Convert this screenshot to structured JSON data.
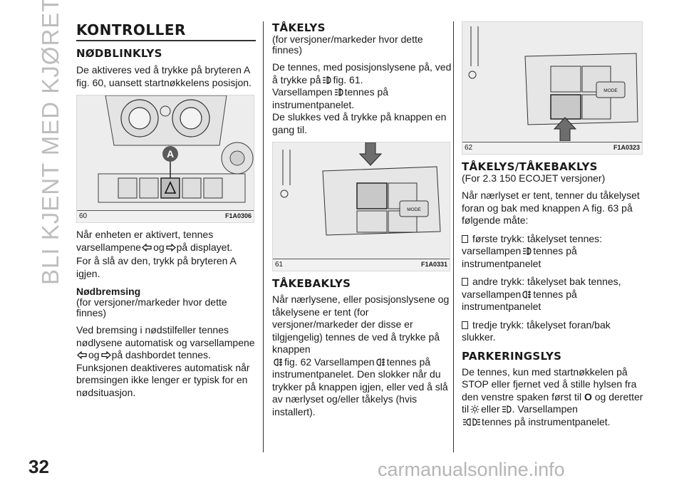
{
  "side_title": "BLI KJENT MED KJØRETØYET",
  "page_number": "32",
  "watermark": "carmanualsonline.info",
  "col1": {
    "title": "KONTROLLER",
    "hazard_heading": "NØDBLINKLYS",
    "hazard_p1": "De aktiveres ved å trykke på bryteren A fig. 60, uansett startnøkkelens posisjon.",
    "fig60": {
      "num": "60",
      "code": "F1A0306",
      "callout": "A"
    },
    "p_active_a": "Når enheten er aktivert, tennes varsellampene",
    "p_active_og": "og",
    "p_active_b": "på displayet.",
    "p_off": "For å slå av den, trykk på bryteren A igjen.",
    "emergency_heading": "Nødbremsing",
    "emergency_note": "(for versjoner/markeder hvor dette finnes)",
    "emergency_a": "Ved bremsing i nødstilfeller tennes nødlysene automatisk og varsellampene",
    "emergency_og": "og",
    "emergency_b": "på dashbordet tennes. Funksjonen deaktiveres automatisk når bremsingen ikke lenger er typisk for en nødsituasjon."
  },
  "col2": {
    "fog_heading": "TÅKELYS",
    "fog_note": "(for versjoner/markeder hvor dette finnes)",
    "fog_a": "De tennes, med posisjonslysene på, ved å trykke på",
    "fog_b": "fig. 61.",
    "fog_c": "Varsellampen",
    "fog_d": "tennes på instrumentpanelet.",
    "fog_off": "De slukkes ved å trykke på knappen en gang til.",
    "fig61": {
      "num": "61",
      "code": "F1A0331",
      "mode": "MODE"
    },
    "rear_heading": "TÅKEBAKLYS",
    "rear_a": "Når nærlysene, eller posisjonslysene og tåkelysene er tent (for versjoner/markeder der disse er tilgjengelig) tennes de ved å trykke på knappen",
    "rear_b": "fig. 62 Varsellampen",
    "rear_c": "tennes på instrumentpanelet. Den slokker når du trykker på knappen igjen, eller ved å slå av nærlyset og/eller tåkelys (hvis installert)."
  },
  "col3": {
    "fig62": {
      "num": "62",
      "code": "F1A0323",
      "mode": "MODE"
    },
    "both_heading": "TÅKELYS/TÅKEBAKLYS",
    "both_note": "(For 2.3 150 ECOJET versjoner)",
    "both_p": "Når nærlyset er tent, tenner du tåkelyset foran og bak med knappen A fig. 63 på følgende måte:",
    "b1_a": "første trykk: tåkelyset tennes: varsellampen",
    "b1_b": "tennes på instrumentpanelet",
    "b2_a": "andre trykk: tåkelyset bak tennes, varsellampen",
    "b2_b": "tennes på instrumentpanelet",
    "b3": "tredje trykk: tåkelyset foran/bak slukker.",
    "park_heading": "PARKERINGSLYS",
    "park_a": "De tennes, kun med startnøkkelen på STOP eller fjernet ved å stille hylsen fra den venstre spaken først til",
    "park_o": "O",
    "park_og": "og",
    "park_deretter": "deretter til",
    "park_eller": "eller",
    "park_b": ". Varsellampen",
    "park_c": "tennes på instrumentpanelet."
  },
  "icons": [
    "turn-signal-icon",
    "front-fog-icon",
    "rear-fog-icon",
    "position-light-icon",
    "parking-light-icon"
  ]
}
